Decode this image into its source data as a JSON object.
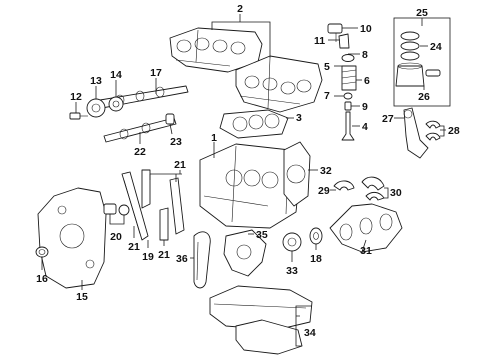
{
  "callouts": [
    {
      "id": "c1",
      "label": "1"
    },
    {
      "id": "c2",
      "label": "2"
    },
    {
      "id": "c3",
      "label": "3"
    },
    {
      "id": "c4",
      "label": "4"
    },
    {
      "id": "c5",
      "label": "5"
    },
    {
      "id": "c6",
      "label": "6"
    },
    {
      "id": "c7",
      "label": "7"
    },
    {
      "id": "c8",
      "label": "8"
    },
    {
      "id": "c9",
      "label": "9"
    },
    {
      "id": "c10",
      "label": "10"
    },
    {
      "id": "c11",
      "label": "11"
    },
    {
      "id": "c12",
      "label": "12"
    },
    {
      "id": "c13",
      "label": "13"
    },
    {
      "id": "c14",
      "label": "14"
    },
    {
      "id": "c15",
      "label": "15"
    },
    {
      "id": "c16",
      "label": "16"
    },
    {
      "id": "c17",
      "label": "17"
    },
    {
      "id": "c18",
      "label": "18"
    },
    {
      "id": "c19",
      "label": "19"
    },
    {
      "id": "c20",
      "label": "20"
    },
    {
      "id": "c21a",
      "label": "21"
    },
    {
      "id": "c21b",
      "label": "21"
    },
    {
      "id": "c21c",
      "label": "21"
    },
    {
      "id": "c22",
      "label": "22"
    },
    {
      "id": "c23",
      "label": "23"
    },
    {
      "id": "c24",
      "label": "24"
    },
    {
      "id": "c25",
      "label": "25"
    },
    {
      "id": "c26",
      "label": "26"
    },
    {
      "id": "c27",
      "label": "27"
    },
    {
      "id": "c28",
      "label": "28"
    },
    {
      "id": "c29",
      "label": "29"
    },
    {
      "id": "c30",
      "label": "30"
    },
    {
      "id": "c31",
      "label": "31"
    },
    {
      "id": "c32",
      "label": "32"
    },
    {
      "id": "c33",
      "label": "33"
    },
    {
      "id": "c34",
      "label": "34"
    },
    {
      "id": "c35",
      "label": "35"
    },
    {
      "id": "c36",
      "label": "36"
    }
  ]
}
